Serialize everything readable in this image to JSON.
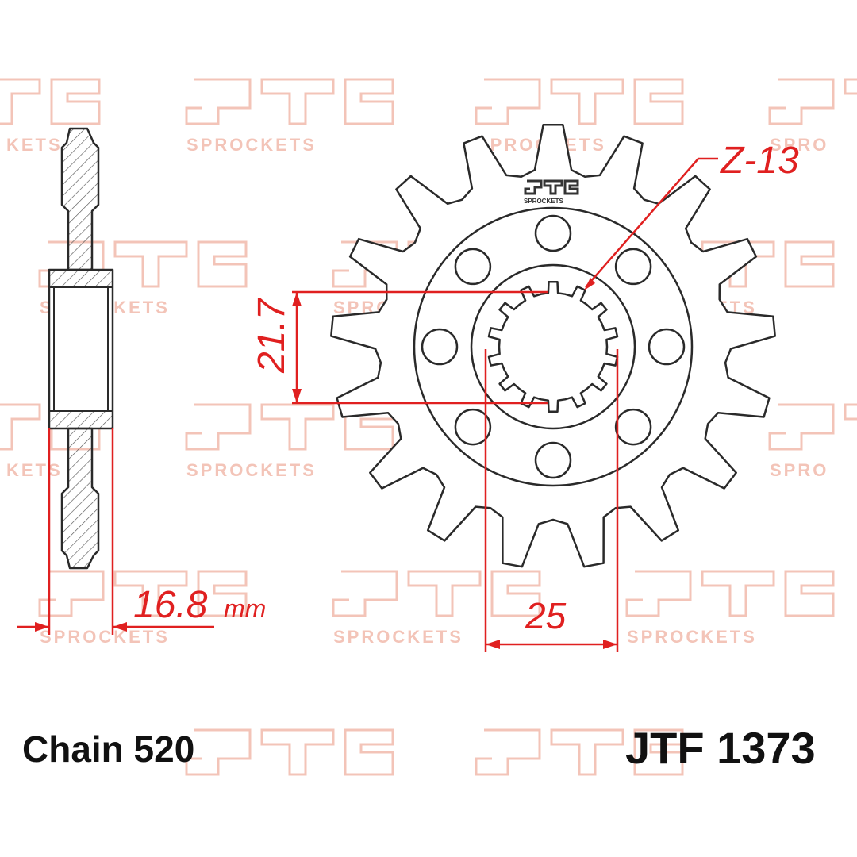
{
  "watermark": {
    "brand": "SPROCKETS",
    "fragment": "KETS",
    "fragment_right": "SPRO"
  },
  "logo_small": {
    "text": "SPROCKETS"
  },
  "dimensions": {
    "teeth": "Z-13",
    "spline_height": "21.7",
    "spline_width": "25",
    "thickness": "16.8",
    "thickness_unit": "mm"
  },
  "footer": {
    "chain": "Chain 520",
    "part_number": "JTF 1373"
  },
  "colors": {
    "dimension": "#e02020",
    "watermark": "#f3c4b8",
    "outline": "#2a2a2a"
  }
}
